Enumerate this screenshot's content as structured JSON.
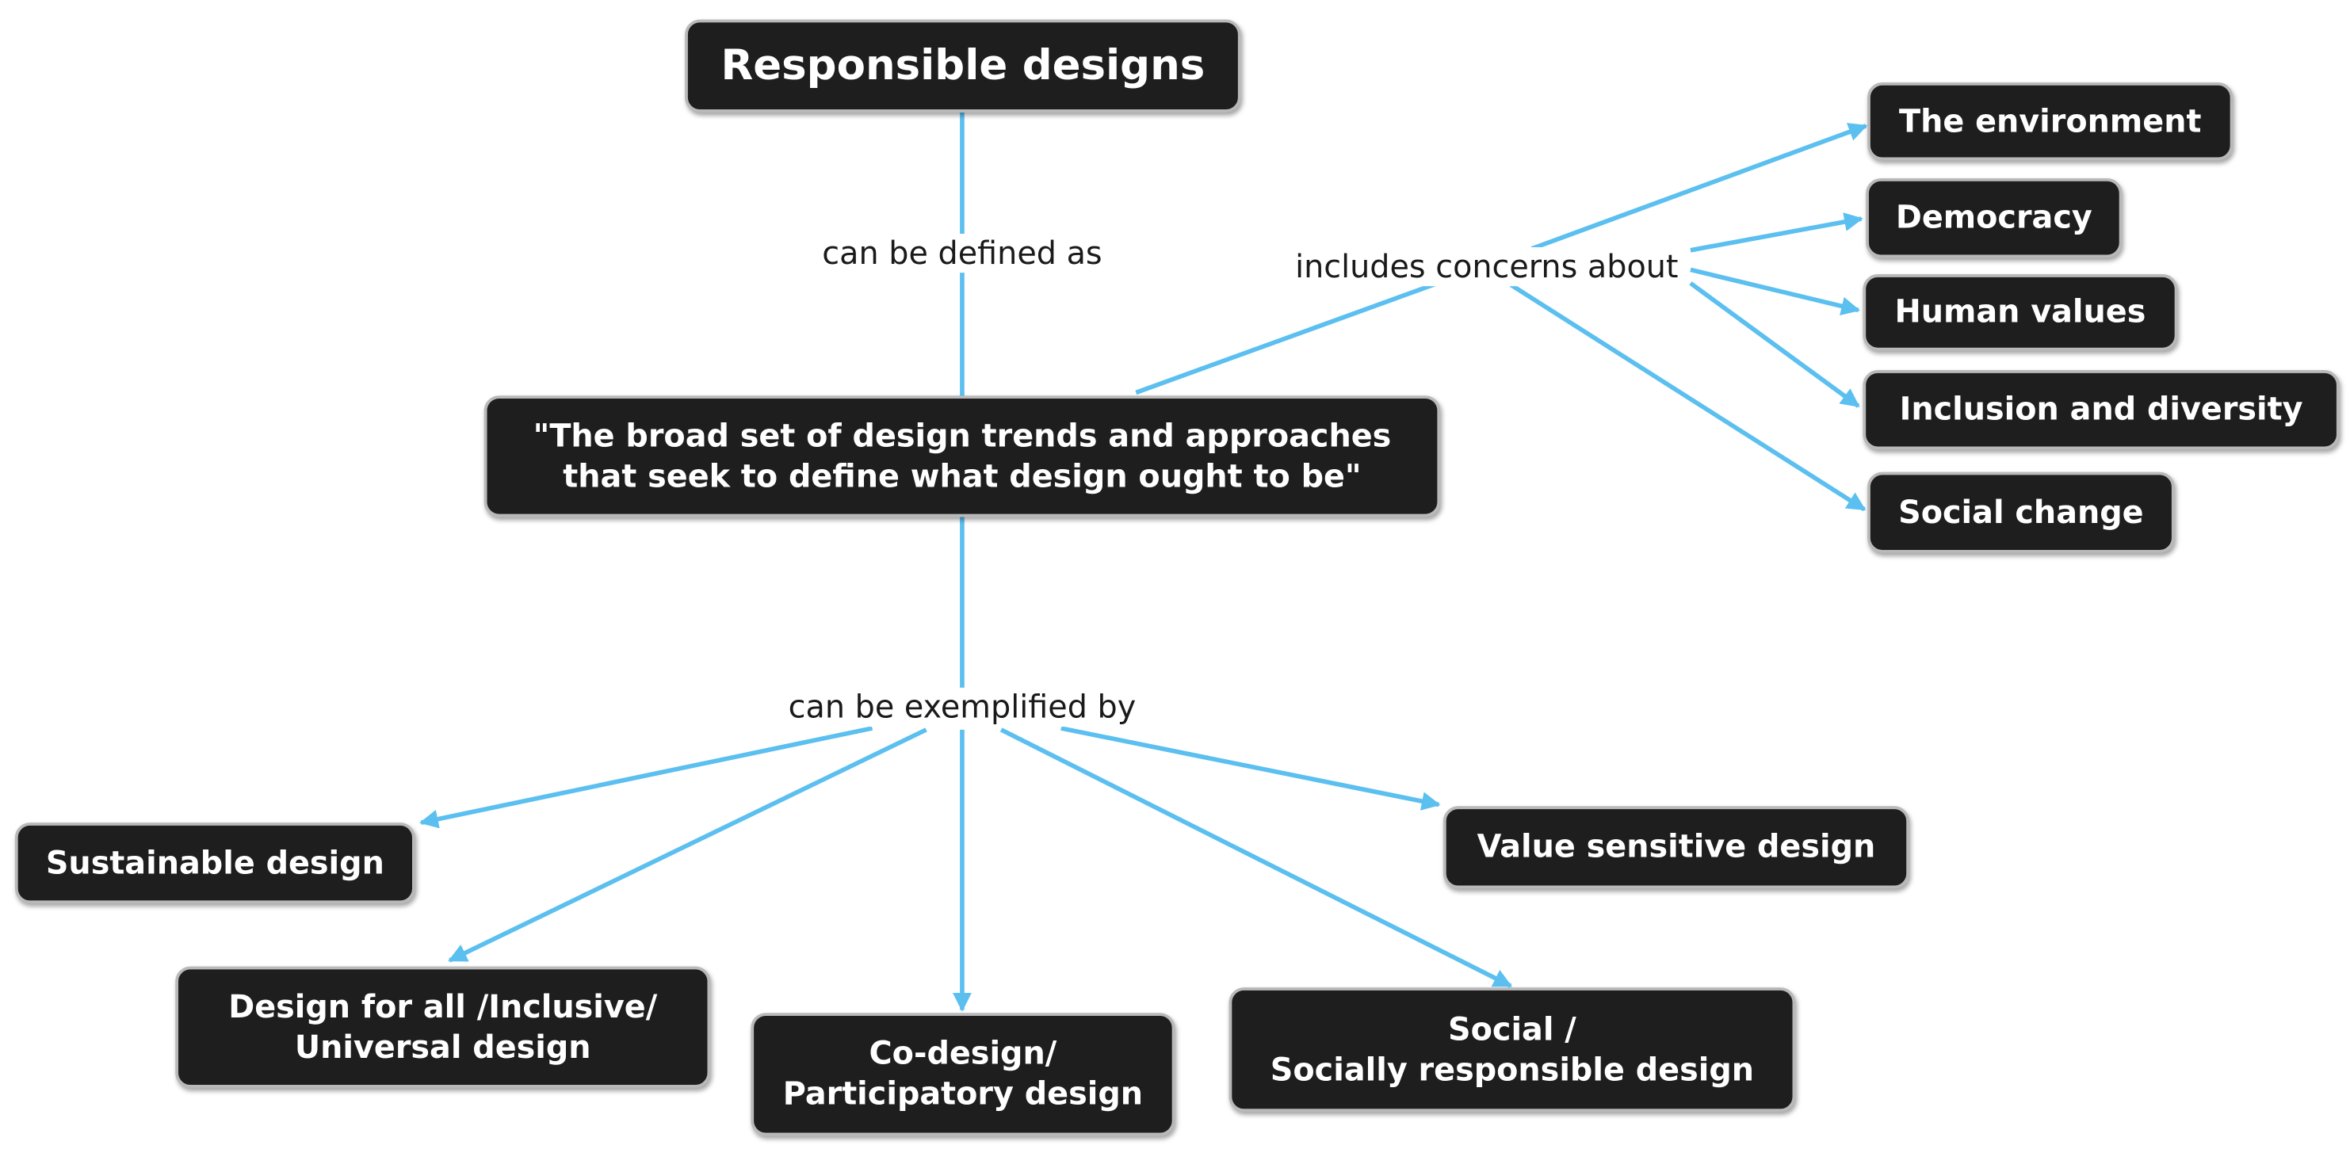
{
  "diagram": {
    "edge_color": "#5bbfef",
    "node_fill": "#1e1e1e",
    "node_text_color": "#ffffff",
    "root": "Responsible designs",
    "definition": "\"The broad set of design trends and approaches\nthat seek to define what design ought to be\"",
    "links": {
      "defined": "can be defined as",
      "concerns": "includes concerns about",
      "exemplified": "can be exemplified by"
    },
    "concerns": [
      "The environment",
      "Democracy",
      "Human values",
      "Inclusion and diversity",
      "Social change"
    ],
    "examples": [
      "Sustainable design",
      "Design for all /Inclusive/\nUniversal design",
      "Co-design/\nParticipatory design",
      "Social /\nSocially responsible design",
      "Value sensitive design"
    ]
  }
}
